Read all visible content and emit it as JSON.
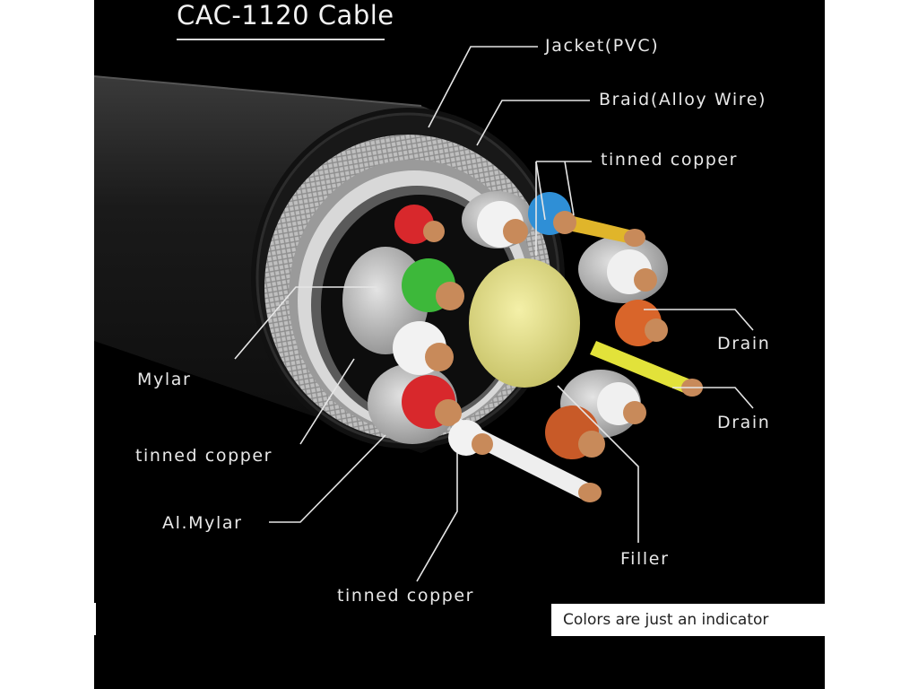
{
  "title": "CAC-1120 Cable",
  "note": "Colors are just an indicator",
  "labels": {
    "jacket": "Jacket(PVC)",
    "braid": "Braid(Alloy Wire)",
    "tinned_copper_top": "tinned copper",
    "drain_1": "Drain",
    "drain_2": "Drain",
    "mylar": "Mylar",
    "tinned_copper_left": "tinned copper",
    "al_mylar": "Al.Mylar",
    "filler": "Filler",
    "tinned_copper_bottom": "tinned copper"
  },
  "colors": {
    "background": "#000000",
    "jacket": "#1c1c1c",
    "braid": "#c9c9c9",
    "red": "#d8282c",
    "blue": "#2f8fd6",
    "yellow": "#e0b52a",
    "green": "#3db83a",
    "orange": "#d9652a",
    "filler": "#e6e08a",
    "copper": "#c88a5a"
  }
}
